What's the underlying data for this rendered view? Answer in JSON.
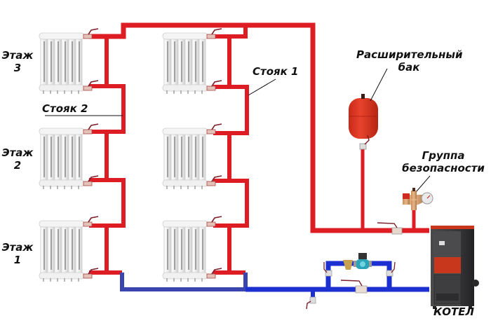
{
  "title": "Двухтрубная система отопления с нижней разводкой",
  "colors": {
    "supply_pipe": "#dd1c24",
    "return_pipe": "#2f3fb8",
    "boiler_body": "#3c3c3e",
    "boiler_accent": "#d0331a",
    "tank": "#d8311e",
    "radiator": "#f2f2f2",
    "label_text": "#111111"
  },
  "labels": {
    "floor_3": [
      "Этаж",
      "3"
    ],
    "floor_2": [
      "Этаж",
      "2"
    ],
    "floor_1": [
      "Этаж",
      "1"
    ],
    "riser_1": "Стояк 1",
    "riser_2": "Стояк 2",
    "expansion_tank": [
      "Расширительный",
      "бак"
    ],
    "safety_group": [
      "Группа",
      "безопасности"
    ],
    "boiler": "КОТЕЛ"
  },
  "components": {
    "radiators": [
      {
        "riser": "Стояк 2",
        "floor": 3
      },
      {
        "riser": "Стояк 2",
        "floor": 2
      },
      {
        "riser": "Стояк 2",
        "floor": 1
      },
      {
        "riser": "Стояк 1",
        "floor": 3
      },
      {
        "riser": "Стояк 1",
        "floor": 2
      },
      {
        "riser": "Стояк 1",
        "floor": 1
      }
    ],
    "other": [
      "expansion-tank",
      "safety-group",
      "circulation-pump",
      "bypass-valve",
      "drain-valve",
      "boiler"
    ]
  }
}
